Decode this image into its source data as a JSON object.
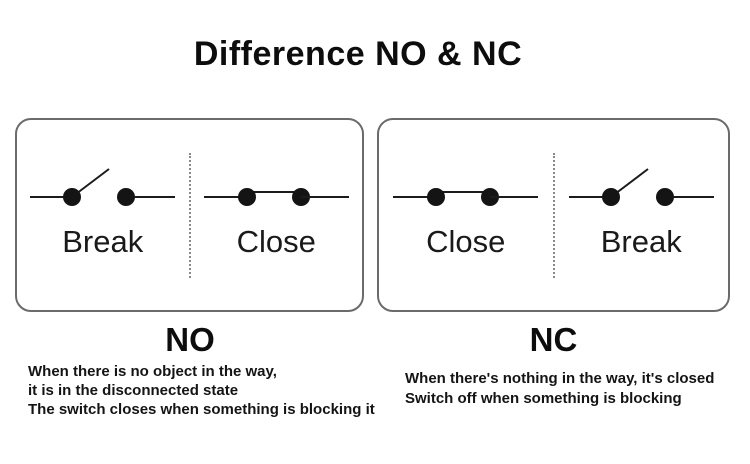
{
  "title": "Difference NO & NC",
  "colors": {
    "background": "#ffffff",
    "text": "#111111",
    "box_border": "#6b6b6b",
    "divider": "#8a8a8a",
    "symbol": "#141414"
  },
  "panels": [
    {
      "heading": "NO",
      "cells": [
        {
          "label": "Break",
          "symbol": "open-switch-icon"
        },
        {
          "label": "Close",
          "symbol": "closed-switch-icon"
        }
      ],
      "description": [
        "When there is no object in the way,",
        "it is in the disconnected state",
        "The switch closes when something is blocking it"
      ]
    },
    {
      "heading": "NC",
      "cells": [
        {
          "label": "Close",
          "symbol": "closed-switch-icon"
        },
        {
          "label": "Break",
          "symbol": "open-switch-icon"
        }
      ],
      "description": [
        "When there's nothing in the way, it's closed",
        "Switch off when something is blocking"
      ]
    }
  ]
}
